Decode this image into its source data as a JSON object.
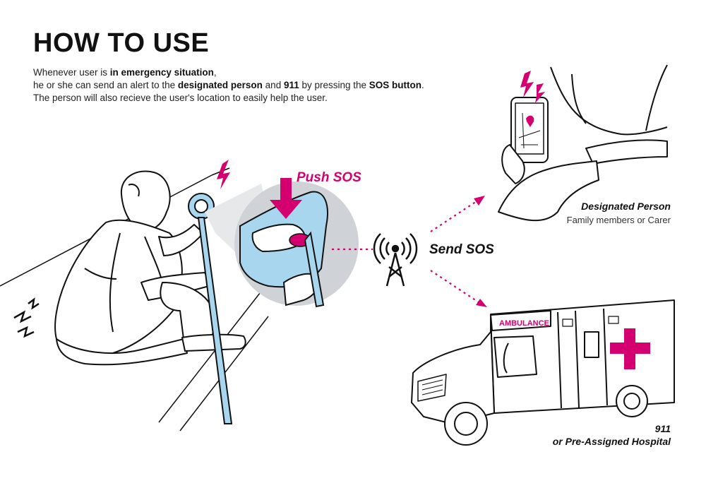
{
  "title": "HOW TO USE",
  "intro": {
    "line1_a": "Whenever user is ",
    "line1_b": "in emergency situation",
    "line1_c": ",",
    "line2_a": "he or she can send an alert to the ",
    "line2_b": "designated person",
    "line2_c": " and ",
    "line2_d": "911",
    "line2_e": " by pressing the ",
    "line2_f": "SOS button",
    "line2_g": ".",
    "line3": "The person will also recieve the user's location to easily help the user."
  },
  "push_sos": "Push SOS",
  "send_sos": "Send SOS",
  "designated": {
    "title": "Designated Person",
    "subtitle": "Family members or Carer"
  },
  "hospital": {
    "line1": "911",
    "line2": "or Pre-Assigned Hospital"
  },
  "ambulance_text": "AMBULANCE",
  "colors": {
    "accent": "#d4006f",
    "cane_blue": "#a8d6ee",
    "zoom_gray": "#cfd2d6",
    "ink": "#111111"
  }
}
